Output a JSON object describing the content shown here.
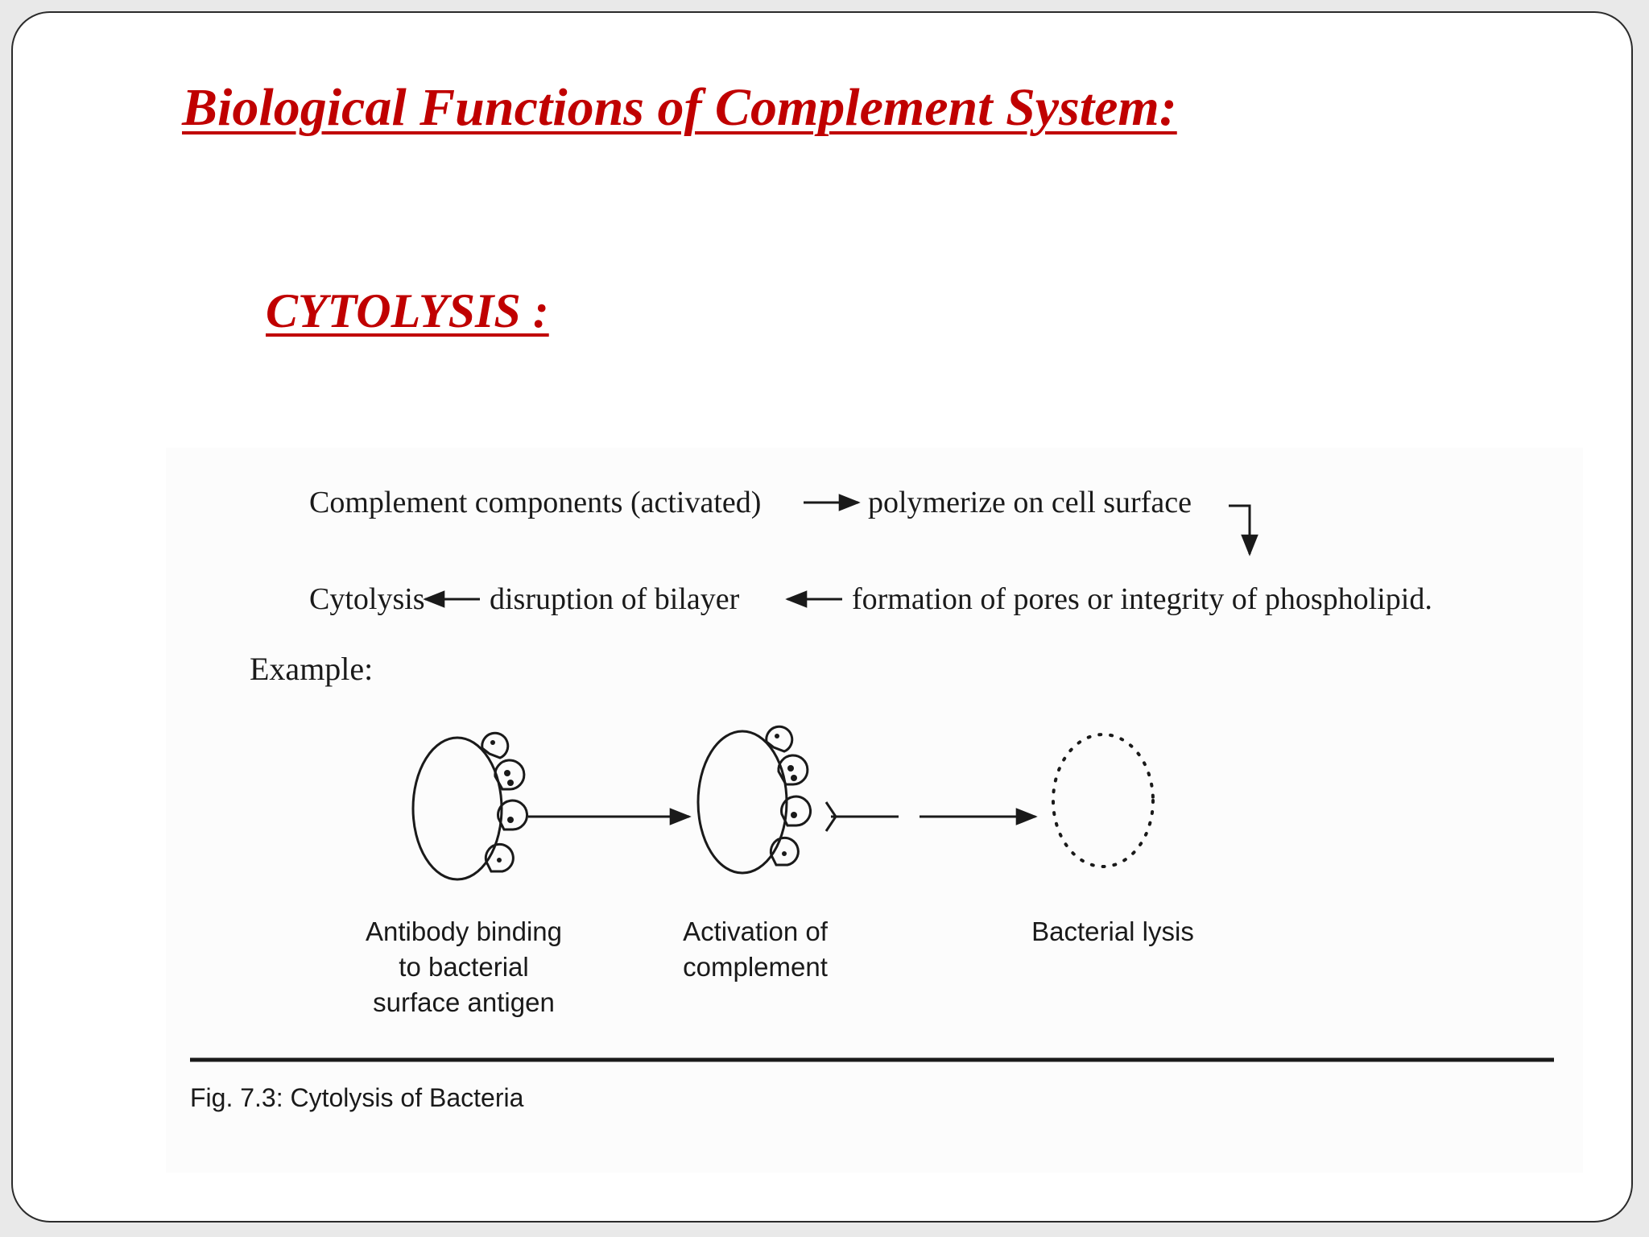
{
  "slide": {
    "title": "Biological Functions of Complement System:",
    "subtitle": "CYTOLYSIS :"
  },
  "flow": {
    "row1": {
      "step1": "Complement components (activated)",
      "step2": "polymerize on cell surface"
    },
    "row2": {
      "step3": "formation of pores or integrity of phospholipid.",
      "step4": "disruption of bilayer",
      "step5": "Cytolysis"
    }
  },
  "example": {
    "label": "Example:",
    "stages": [
      {
        "lines": [
          "Antibody binding",
          "to bacterial",
          "surface antigen"
        ]
      },
      {
        "lines": [
          "Activation of",
          "complement"
        ]
      },
      {
        "lines": [
          "Bacterial lysis"
        ]
      }
    ]
  },
  "figure": {
    "caption": "Fig. 7.3: Cytolysis of Bacteria"
  }
}
